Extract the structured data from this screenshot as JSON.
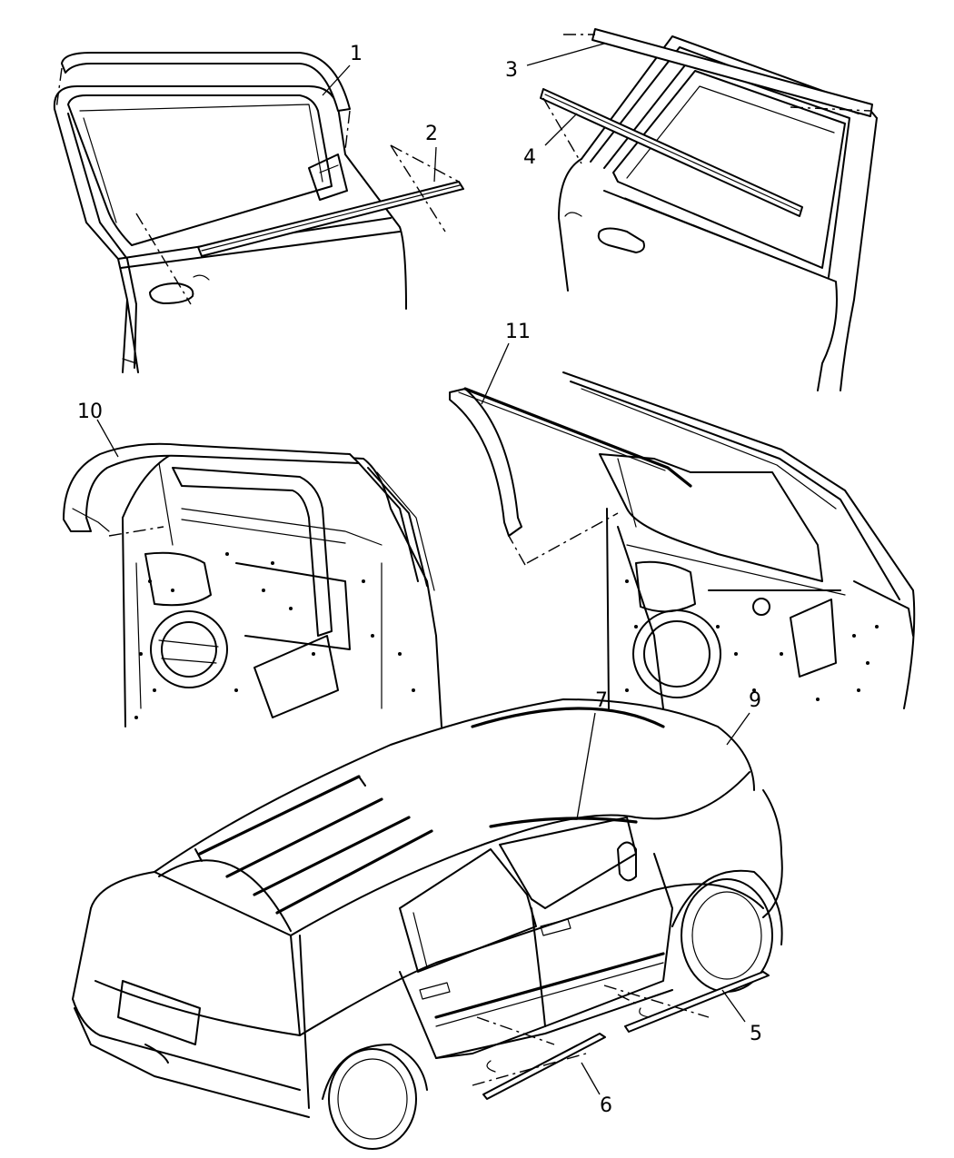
{
  "callouts": {
    "c1": "1",
    "c2": "2",
    "c3": "3",
    "c4": "4",
    "c5": "5",
    "c6": "6",
    "c7": "7",
    "c9": "9",
    "c10": "10",
    "c11": "11"
  },
  "colors": {
    "line": "#000000",
    "background": "#ffffff"
  }
}
